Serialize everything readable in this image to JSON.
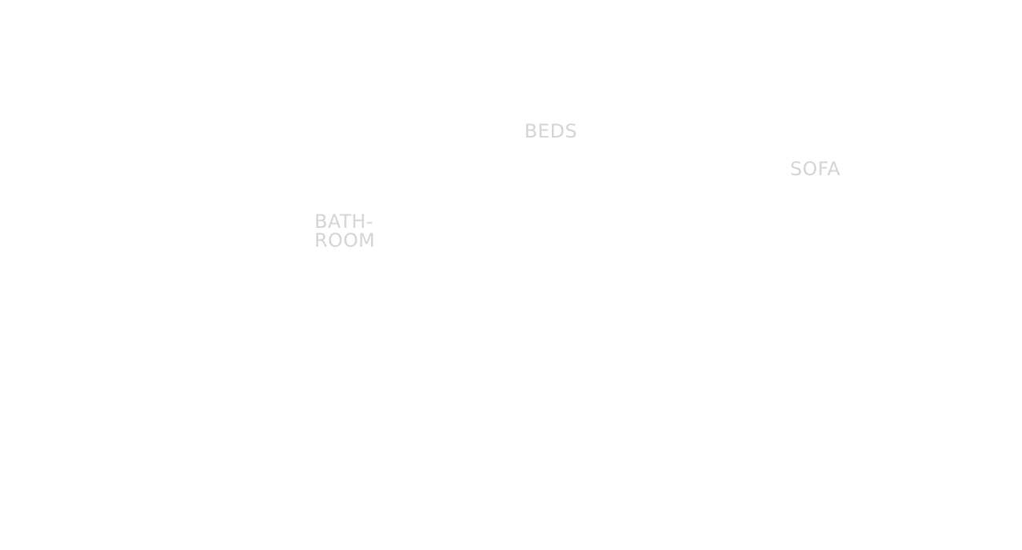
{
  "theme": {
    "background": "#ffffff",
    "label_color": "#d4d4d4"
  },
  "categories": {
    "beds": {
      "label": "BEDS"
    },
    "sofa": {
      "label": "SOFA"
    },
    "bathroom": {
      "label_line1": "BATH-",
      "label_line2": "ROOM"
    }
  }
}
